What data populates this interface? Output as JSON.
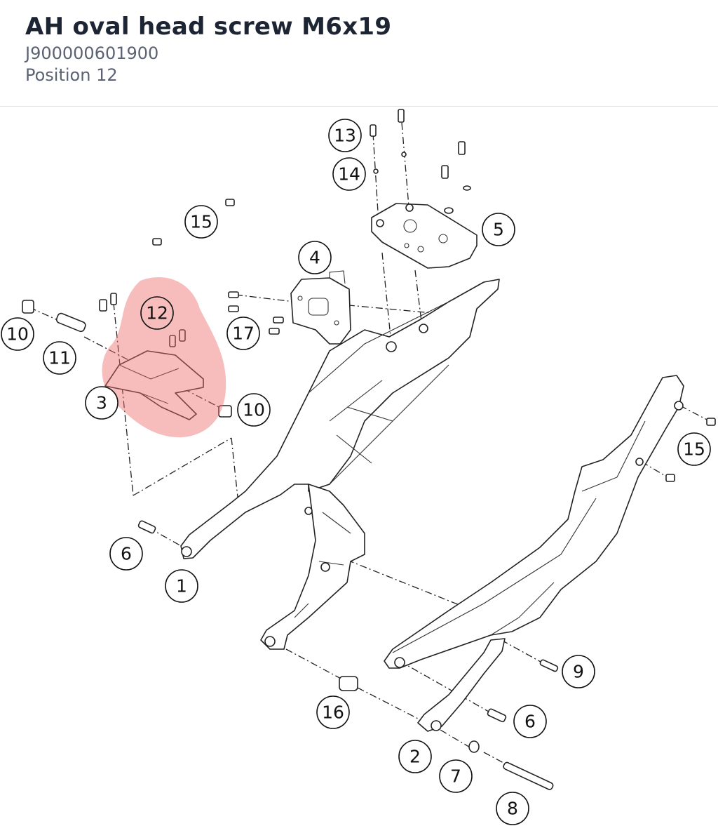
{
  "header": {
    "title": "AH oval head screw M6x19",
    "part_number": "J900000601900",
    "position": "Position 12"
  },
  "diagram": {
    "highlight_color": "#ee6d6d",
    "highlighted_position": "12",
    "callouts": [
      "13",
      "14",
      "15",
      "5",
      "4",
      "12",
      "10",
      "11",
      "17",
      "3",
      "10",
      "15",
      "6",
      "1",
      "9",
      "16",
      "6",
      "2",
      "7",
      "8"
    ]
  }
}
